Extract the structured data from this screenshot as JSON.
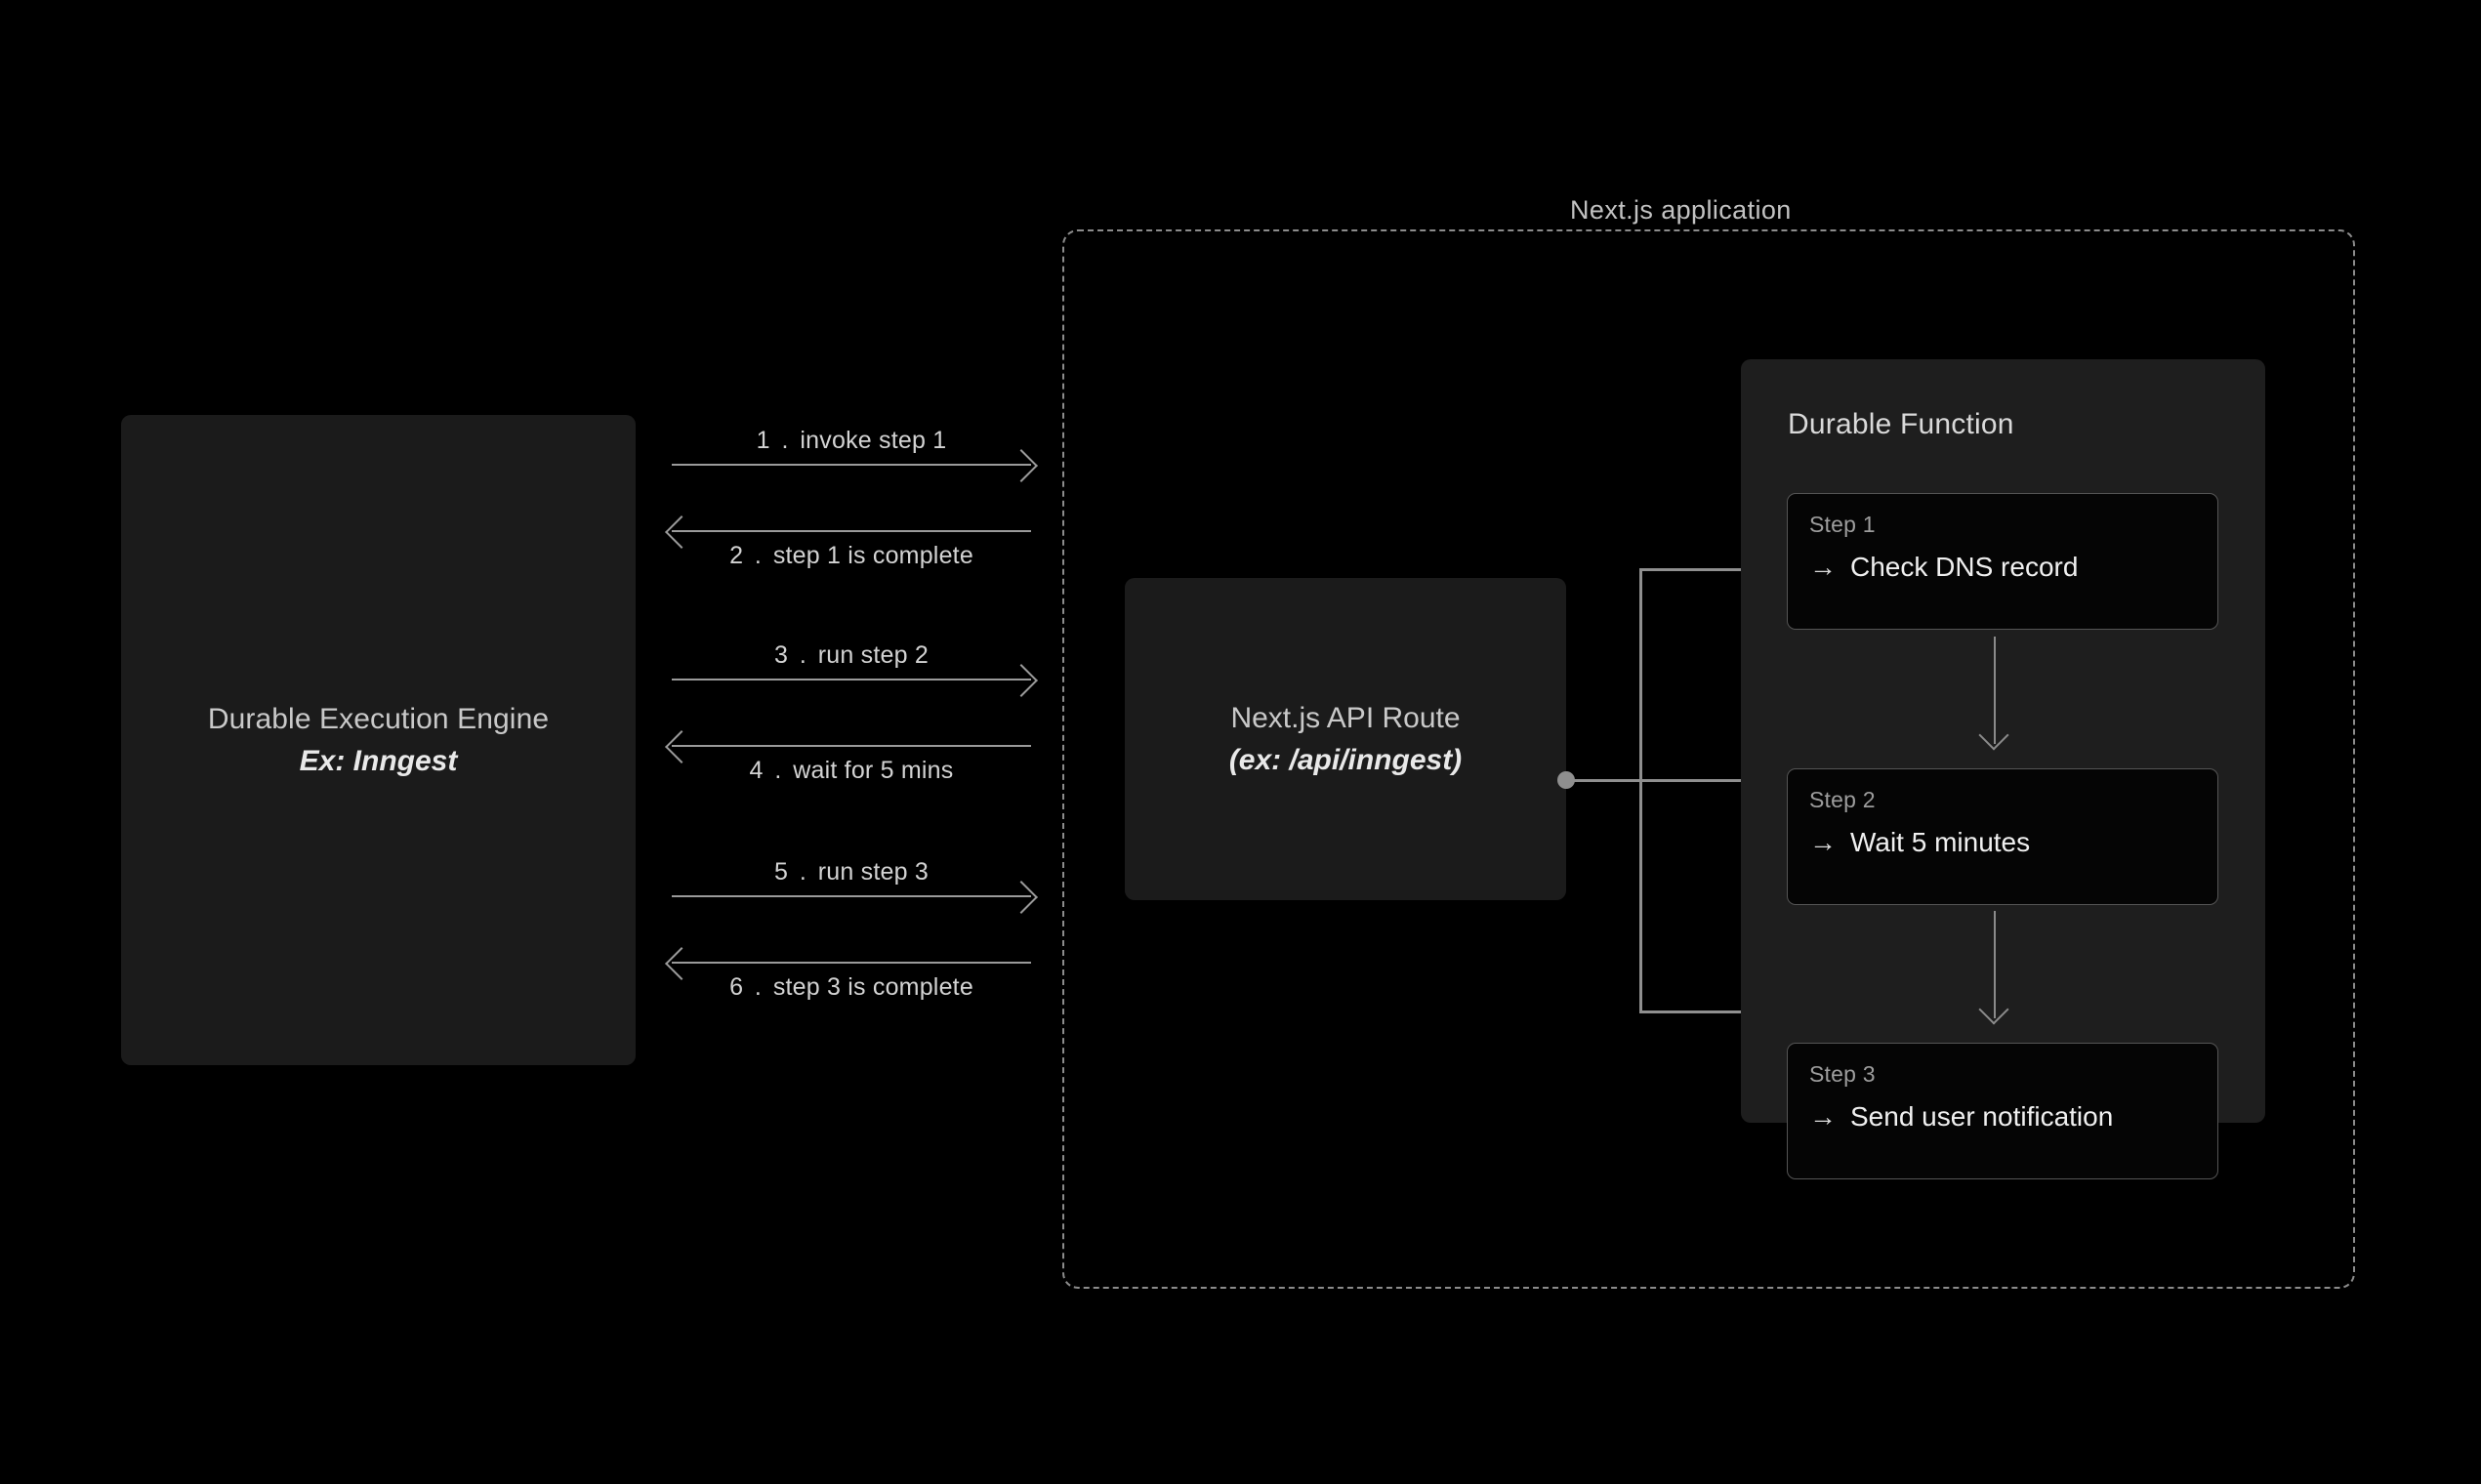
{
  "engine": {
    "title": "Durable Execution Engine",
    "subtitle": "Ex: Inngest"
  },
  "sequence": [
    {
      "num": "1 .",
      "text": "invoke step 1",
      "direction": "right",
      "label_position": "above"
    },
    {
      "num": "2 .",
      "text": "step 1 is complete",
      "direction": "left",
      "label_position": "below"
    },
    {
      "num": "3 .",
      "text": "run step 2",
      "direction": "right",
      "label_position": "above"
    },
    {
      "num": "4 .",
      "text": "wait for 5 mins",
      "direction": "left",
      "label_position": "below"
    },
    {
      "num": "5 .",
      "text": "run step 3",
      "direction": "right",
      "label_position": "above"
    },
    {
      "num": "6 .",
      "text": "step 3 is complete",
      "direction": "left",
      "label_position": "below"
    }
  ],
  "app_container": {
    "title": "Next.js application"
  },
  "api_route": {
    "title": "Next.js API Route",
    "subtitle": "(ex: /api/inngest)"
  },
  "durable_function": {
    "title": "Durable Function",
    "steps": [
      {
        "label": "Step 1",
        "arrow": "→",
        "action": "Check DNS record"
      },
      {
        "label": "Step 2",
        "arrow": "→",
        "action": "Wait 5 minutes"
      },
      {
        "label": "Step 3",
        "arrow": "→",
        "action": "Send user notification"
      }
    ]
  },
  "colors": {
    "background": "#000000",
    "box_fill": "#1b1b1b",
    "panel_fill": "#1e1e1e",
    "card_fill": "#050505",
    "card_border": "#555555",
    "line": "#8f8f8f",
    "dashed_border": "#8c8c8c",
    "text_primary": "#f0f0f0",
    "text_secondary": "#c9c9c9",
    "text_muted": "#9d9d9d"
  }
}
